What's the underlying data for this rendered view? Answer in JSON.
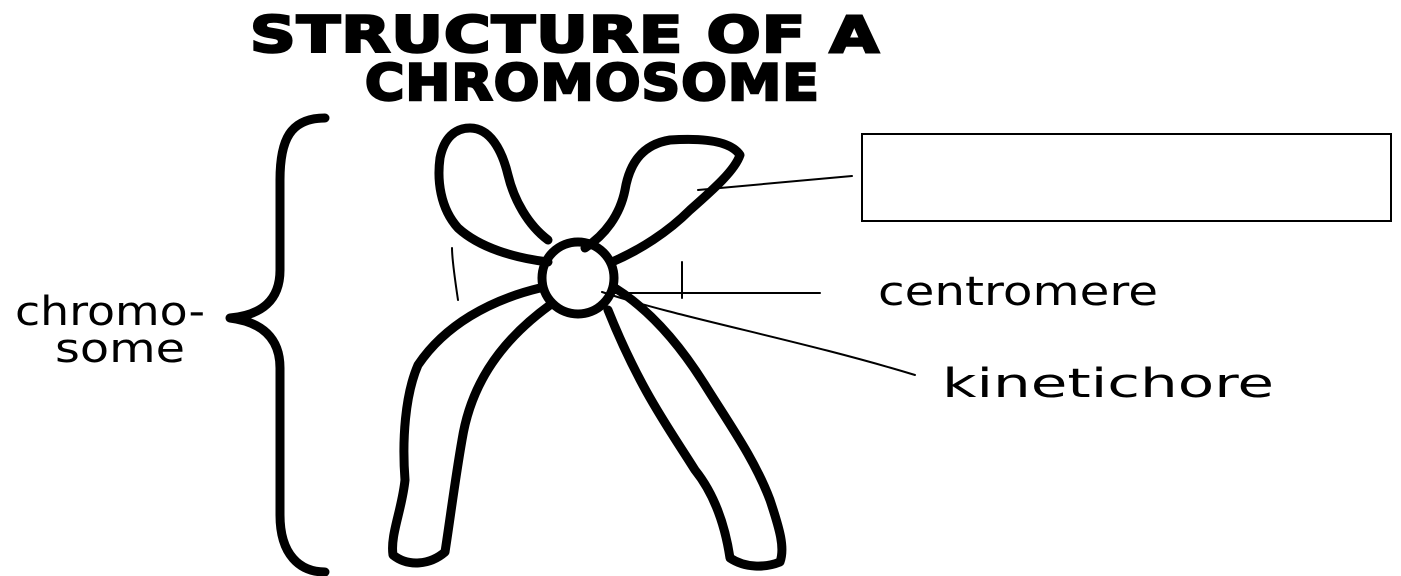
{
  "title": {
    "line1": "STRUCTURE OF A",
    "line2": "CHROMOSOME"
  },
  "labels": {
    "chromosome_line1": "chromo-",
    "chromosome_line2": "some",
    "centromere": "centromere",
    "kinetochore": "kinetichore",
    "blank_box": ""
  },
  "colors": {
    "ink": "#000000",
    "background": "#ffffff"
  }
}
